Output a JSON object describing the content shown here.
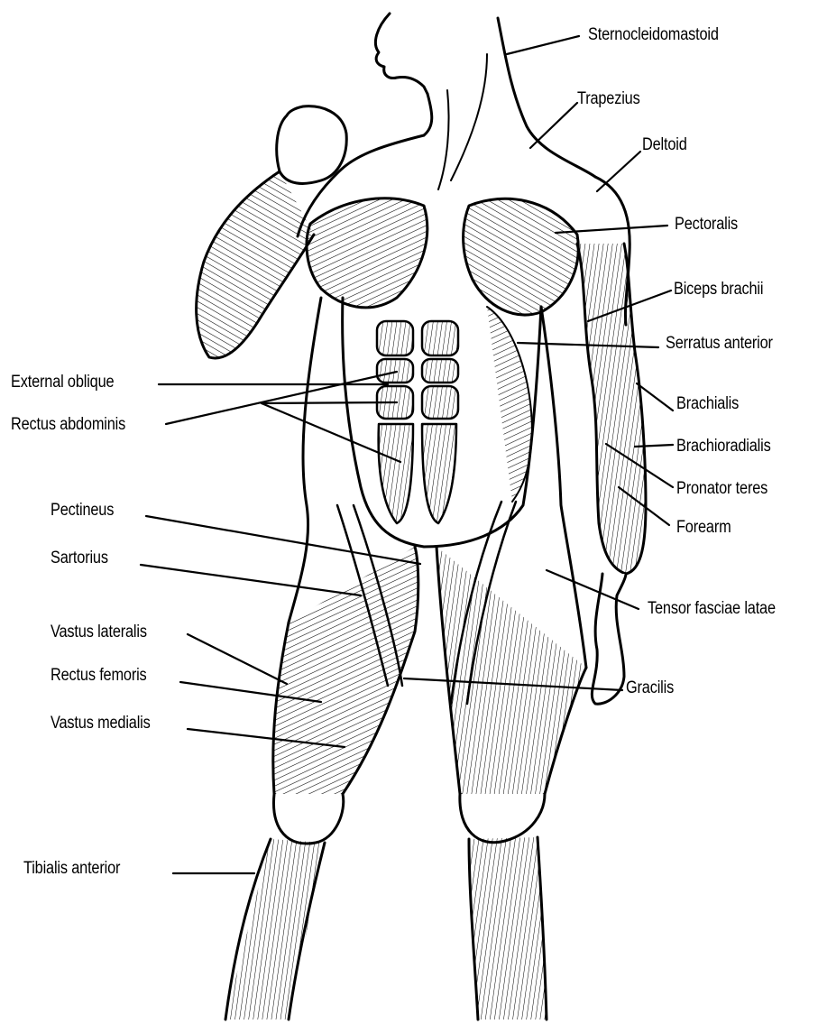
{
  "diagram": {
    "labels": {
      "sternocleidomastoid": "Sternocleidomastoid",
      "trapezius": "Trapezius",
      "deltoid": "Deltoid",
      "pectoralis": "Pectoralis",
      "biceps_brachii": "Biceps brachii",
      "serratus_anterior": "Serratus anterior",
      "brachialis": "Brachialis",
      "brachioradialis": "Brachioradialis",
      "pronator_teres": "Pronator teres",
      "forearm": "Forearm",
      "tensor_fasciae_latae": "Tensor fasciae latae",
      "gracilis": "Gracilis",
      "external_oblique": "External oblique",
      "rectus_abdominis": "Rectus abdominis",
      "pectineus": "Pectineus",
      "sartorius": "Sartorius",
      "vastus_lateralis": "Vastus lateralis",
      "rectus_femoris": "Rectus femoris",
      "vastus_medialis": "Vastus medialis",
      "tibialis_anterior": "Tibialis anterior"
    },
    "colors": {
      "ink": "#000000",
      "paper": "#ffffff"
    }
  }
}
